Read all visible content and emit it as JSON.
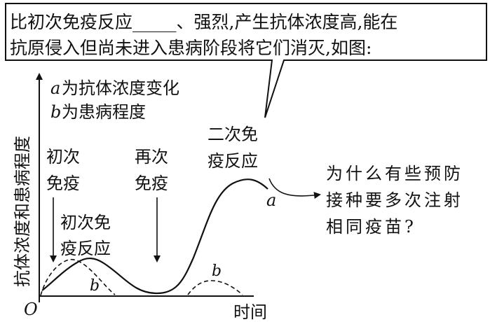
{
  "callout": {
    "line1": "比初次免疫反应_____、强烈,产生抗体浓度高,能在",
    "line2": "抗原侵入但尚未进入患病阶段将它们消灭,如图:"
  },
  "legend": {
    "a_letter": "a",
    "a_text": "为抗体浓度变化",
    "b_letter": "b",
    "b_text": "为患病程度"
  },
  "axes": {
    "ylabel": "抗体浓度和患病程度",
    "xlabel": "时间",
    "origin": "O"
  },
  "annotations": {
    "first_vaccine_l1": "初次",
    "first_vaccine_l2": "免疫",
    "first_response_l1": "初次免",
    "first_response_l2": "疫反应",
    "revaccine_l1": "再次",
    "revaccine_l2": "免疫",
    "second_response_l1": "二次免",
    "second_response_l2": "疫反应",
    "curve_a": "a",
    "curve_b1": "b",
    "curve_b2": "b"
  },
  "question": {
    "line1": "为什么有些预防",
    "line2": "接种要多次注射",
    "line3": "相同疫苗?"
  }
}
